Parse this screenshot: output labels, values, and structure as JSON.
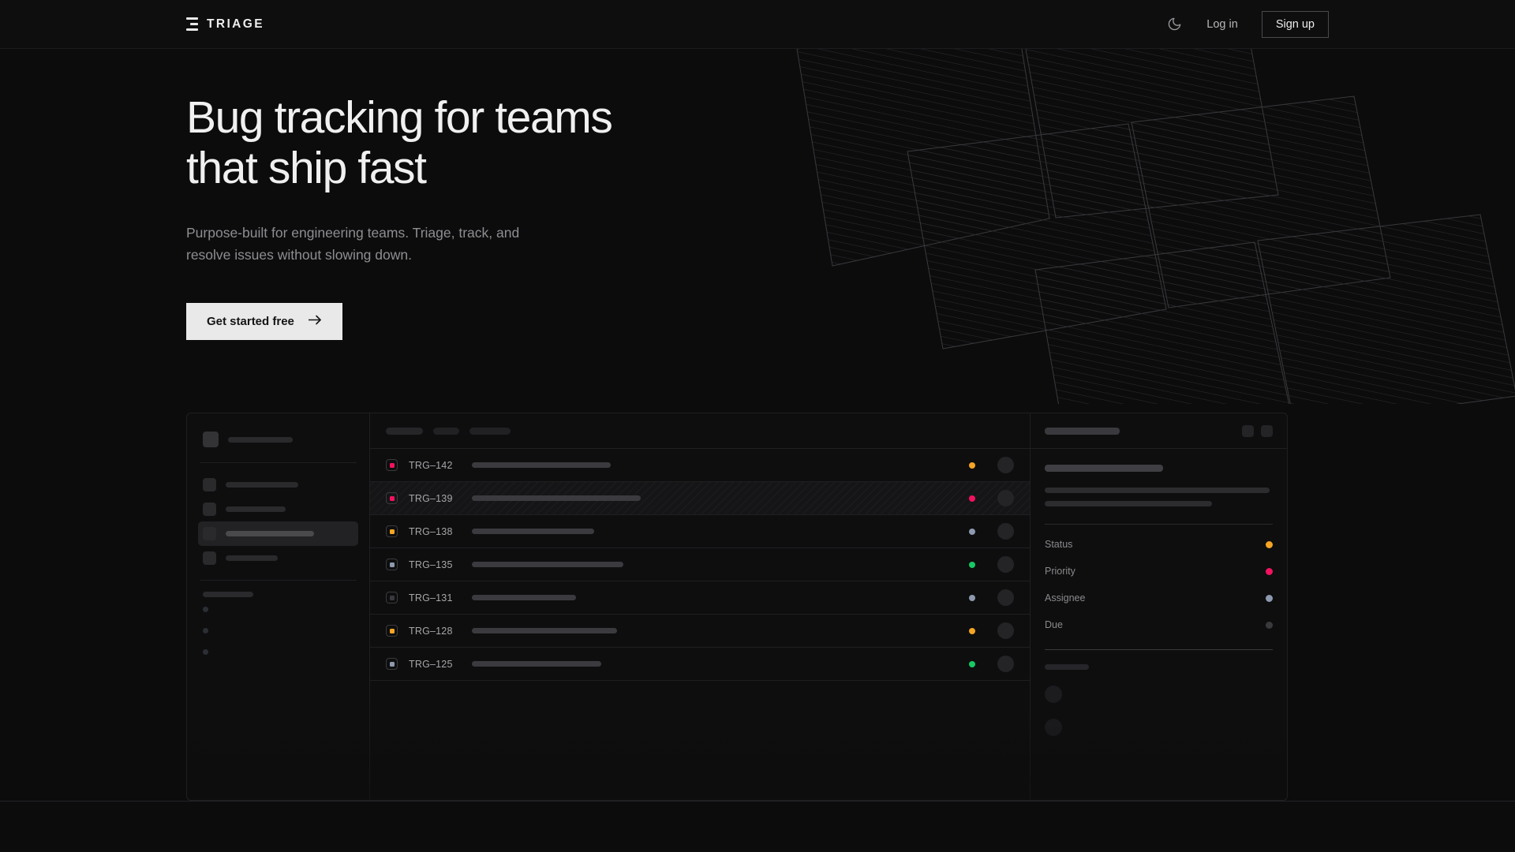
{
  "header": {
    "brand": "TRIAGE",
    "logo_icon": "triage-stack-icon",
    "theme_toggle_icon": "moon-icon",
    "login_label": "Log in",
    "signup_label": "Sign up"
  },
  "hero": {
    "headline": "Bug tracking for teams\nthat ship fast",
    "subhead": "Purpose-built for engineering teams. Triage, track, and\nresolve issues without slowing down.",
    "cta_label": "Get started free",
    "cta_icon": "arrow-right-icon"
  },
  "colors": {
    "page_bg": "#0c0c0d",
    "panel_bg": "#0e0e0f",
    "border": "#1f1f22",
    "text_primary": "#f0f0f1",
    "text_muted": "#8e8e92",
    "cta_bg": "#e9e9ea",
    "status_orange": "#f5a524",
    "status_pink": "#f31260",
    "status_green": "#17c964",
    "status_slate": "#8d99ae",
    "status_dim": "#3a3a3e"
  },
  "mockup": {
    "sidebar": {
      "workspace_placeholder": "workspace-skeleton",
      "nav_items": [
        {
          "id": "nav-1",
          "width": 92,
          "active": false
        },
        {
          "id": "nav-2",
          "width": 76,
          "active": false
        },
        {
          "id": "nav-3",
          "width": 112,
          "active": true
        },
        {
          "id": "nav-4",
          "width": 66,
          "active": false
        }
      ],
      "section_label_width": 64,
      "sub_items": 3
    },
    "list": {
      "toolbar_pills": [
        44,
        33,
        52
      ],
      "columns": [
        "priority",
        "id",
        "title",
        "status",
        "assignee"
      ],
      "issues": [
        {
          "id": "TRG–142",
          "priority_color": "#f31260",
          "title_width": 176,
          "status_color": "#f5a524",
          "selected": false
        },
        {
          "id": "TRG–139",
          "priority_color": "#f31260",
          "title_width": 214,
          "status_color": "#f31260",
          "selected": true
        },
        {
          "id": "TRG–138",
          "priority_color": "#f5a524",
          "title_width": 155,
          "status_color": "#8d99ae",
          "selected": false
        },
        {
          "id": "TRG–135",
          "priority_color": "#8d99ae",
          "title_width": 192,
          "status_color": "#17c964",
          "selected": false
        },
        {
          "id": "TRG–131",
          "priority_color": "#3a3a3e",
          "title_width": 132,
          "status_color": "#8d99ae",
          "selected": false
        },
        {
          "id": "TRG–128",
          "priority_color": "#f5a524",
          "title_width": 184,
          "status_color": "#f5a524",
          "selected": false
        },
        {
          "id": "TRG–125",
          "priority_color": "#8d99ae",
          "title_width": 164,
          "status_color": "#17c964",
          "selected": false
        }
      ]
    },
    "detail": {
      "header_skeleton_width": 95,
      "action_buttons": 2,
      "body_lines": [
        285,
        212
      ],
      "fields": [
        {
          "label": "Status",
          "value_color": "#f5a524"
        },
        {
          "label": "Priority",
          "value_color": "#f31260"
        },
        {
          "label": "Assignee",
          "value_color": "#8d99ae"
        },
        {
          "label": "Due",
          "value_color": "#3a3a3e"
        }
      ],
      "comment_avatars": 2
    }
  },
  "decor": {
    "type": "striped-parallelogram-panels",
    "count": 6
  }
}
